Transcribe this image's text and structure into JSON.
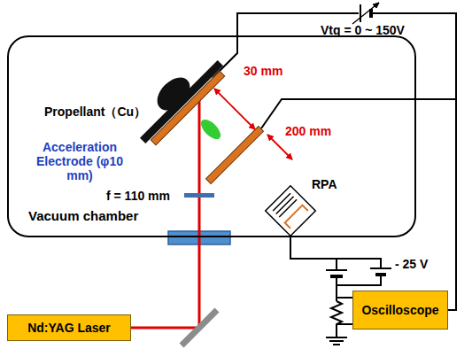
{
  "diagram": {
    "nodes": [
      {
        "text": [
          "Vacuum chamber"
        ]
      },
      {
        "text": [
          "Nd:YAG Laser"
        ]
      },
      {
        "text": [
          "Oscilloscope"
        ]
      }
    ],
    "labels": [
      "Vtg = 0 ~ 150V",
      "30 mm",
      "200 mm",
      "Propellant（Cu）",
      "Acceleration Electrode (φ10 mm)",
      "f = 110 mm",
      "RPA",
      "- 25 V"
    ]
  }
}
